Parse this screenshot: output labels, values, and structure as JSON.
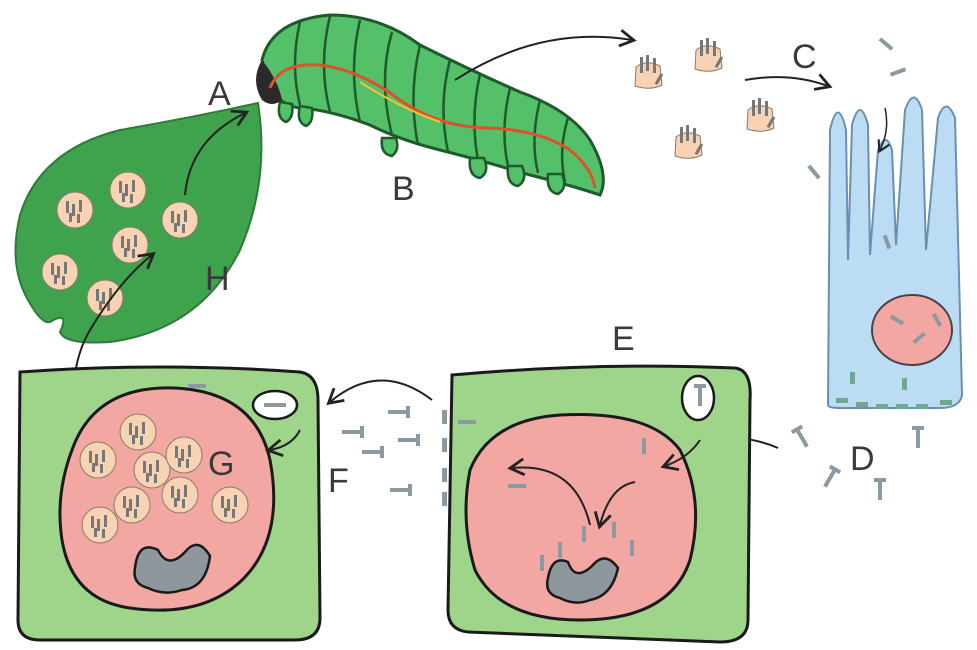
{
  "labels": {
    "a": "A",
    "b": "B",
    "c": "C",
    "d": "D",
    "e": "E",
    "f": "F",
    "g": "G",
    "h": "H"
  },
  "colors": {
    "leaf": "#3fa34d",
    "caterpillar": "#55c06a",
    "cell_cytoplasm": "#9fd58a",
    "nucleus": "#f2a7a3",
    "midgut_epithelium": "#bcdcf3",
    "virion_rod": "#8a9aa0",
    "occlusion_body": "#f7d2b3",
    "chromatin": "#8e979b",
    "gut_line": "#e0502a"
  }
}
